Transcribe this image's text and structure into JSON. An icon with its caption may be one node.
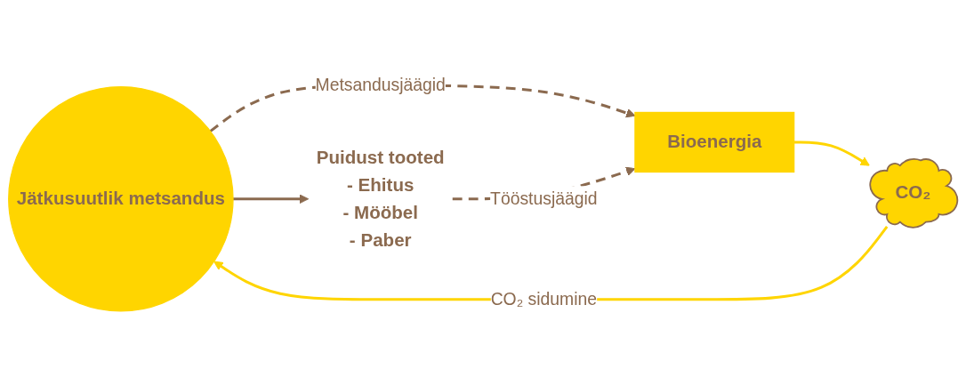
{
  "diagram": {
    "nodes": [
      {
        "text": [
          "Jätkusuutlik metsandus"
        ]
      },
      {
        "text": [
          "Puidust tooted",
          "- Ehitus",
          "- Mööbel",
          "- Paber"
        ]
      },
      {
        "text": [
          "Bioenergia"
        ]
      },
      {
        "text": [
          "CO₂"
        ]
      }
    ],
    "edges": [
      {
        "from": 0,
        "to": 1,
        "arrow": "to"
      },
      {
        "from": 0,
        "to": 2,
        "arrow": "to",
        "label": "Metsandusjäägid",
        "style": "dashed"
      },
      {
        "from": 1,
        "to": 2,
        "arrow": "to",
        "label": "Tööstusjäägid",
        "style": "dashed"
      },
      {
        "from": 2,
        "to": 3,
        "arrow": "to",
        "color": "#ffd500"
      },
      {
        "from": 3,
        "to": 0,
        "arrow": "to",
        "label": "CO₂ sidumine",
        "color": "#ffd500"
      }
    ]
  }
}
